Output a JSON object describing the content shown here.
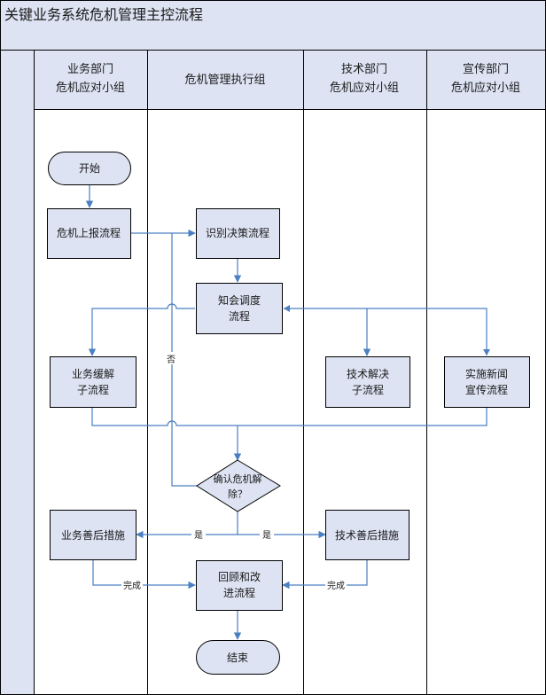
{
  "title": "关键业务系统危机管理主控流程",
  "lanes": [
    {
      "line1": "业务部门",
      "line2": "危机应对小组"
    },
    {
      "line1": "危机管理执行组",
      "line2": ""
    },
    {
      "line1": "技术部门",
      "line2": "危机应对小组"
    },
    {
      "line1": "宣传部门",
      "line2": "危机应对小组"
    }
  ],
  "nodes": {
    "start": "开始",
    "report": "危机上报流程",
    "identify": "识别决策流程",
    "notify": {
      "line1": "知会调度",
      "line2": "流程"
    },
    "biz_mitigate": {
      "line1": "业务缓解",
      "line2": "子流程"
    },
    "tech_solve": {
      "line1": "技术解决",
      "line2": "子流程"
    },
    "publicity": {
      "line1": "实施新闻",
      "line2": "宣传流程"
    },
    "decision": {
      "line1": "确认危机解",
      "line2": "除？"
    },
    "biz_after": "业务善后措施",
    "tech_after": "技术善后措施",
    "review": {
      "line1": "回顾和改",
      "line2": "进流程"
    },
    "end": "结束"
  },
  "edge_labels": {
    "no": "否",
    "yes_left": "是",
    "yes_right": "是",
    "done_left": "完成",
    "done_right": "完成"
  },
  "colors": {
    "header_bg": "#dde3f3",
    "box_fill": "#dde3f3",
    "arrow": "#4a7fc1",
    "border": "#000000"
  }
}
